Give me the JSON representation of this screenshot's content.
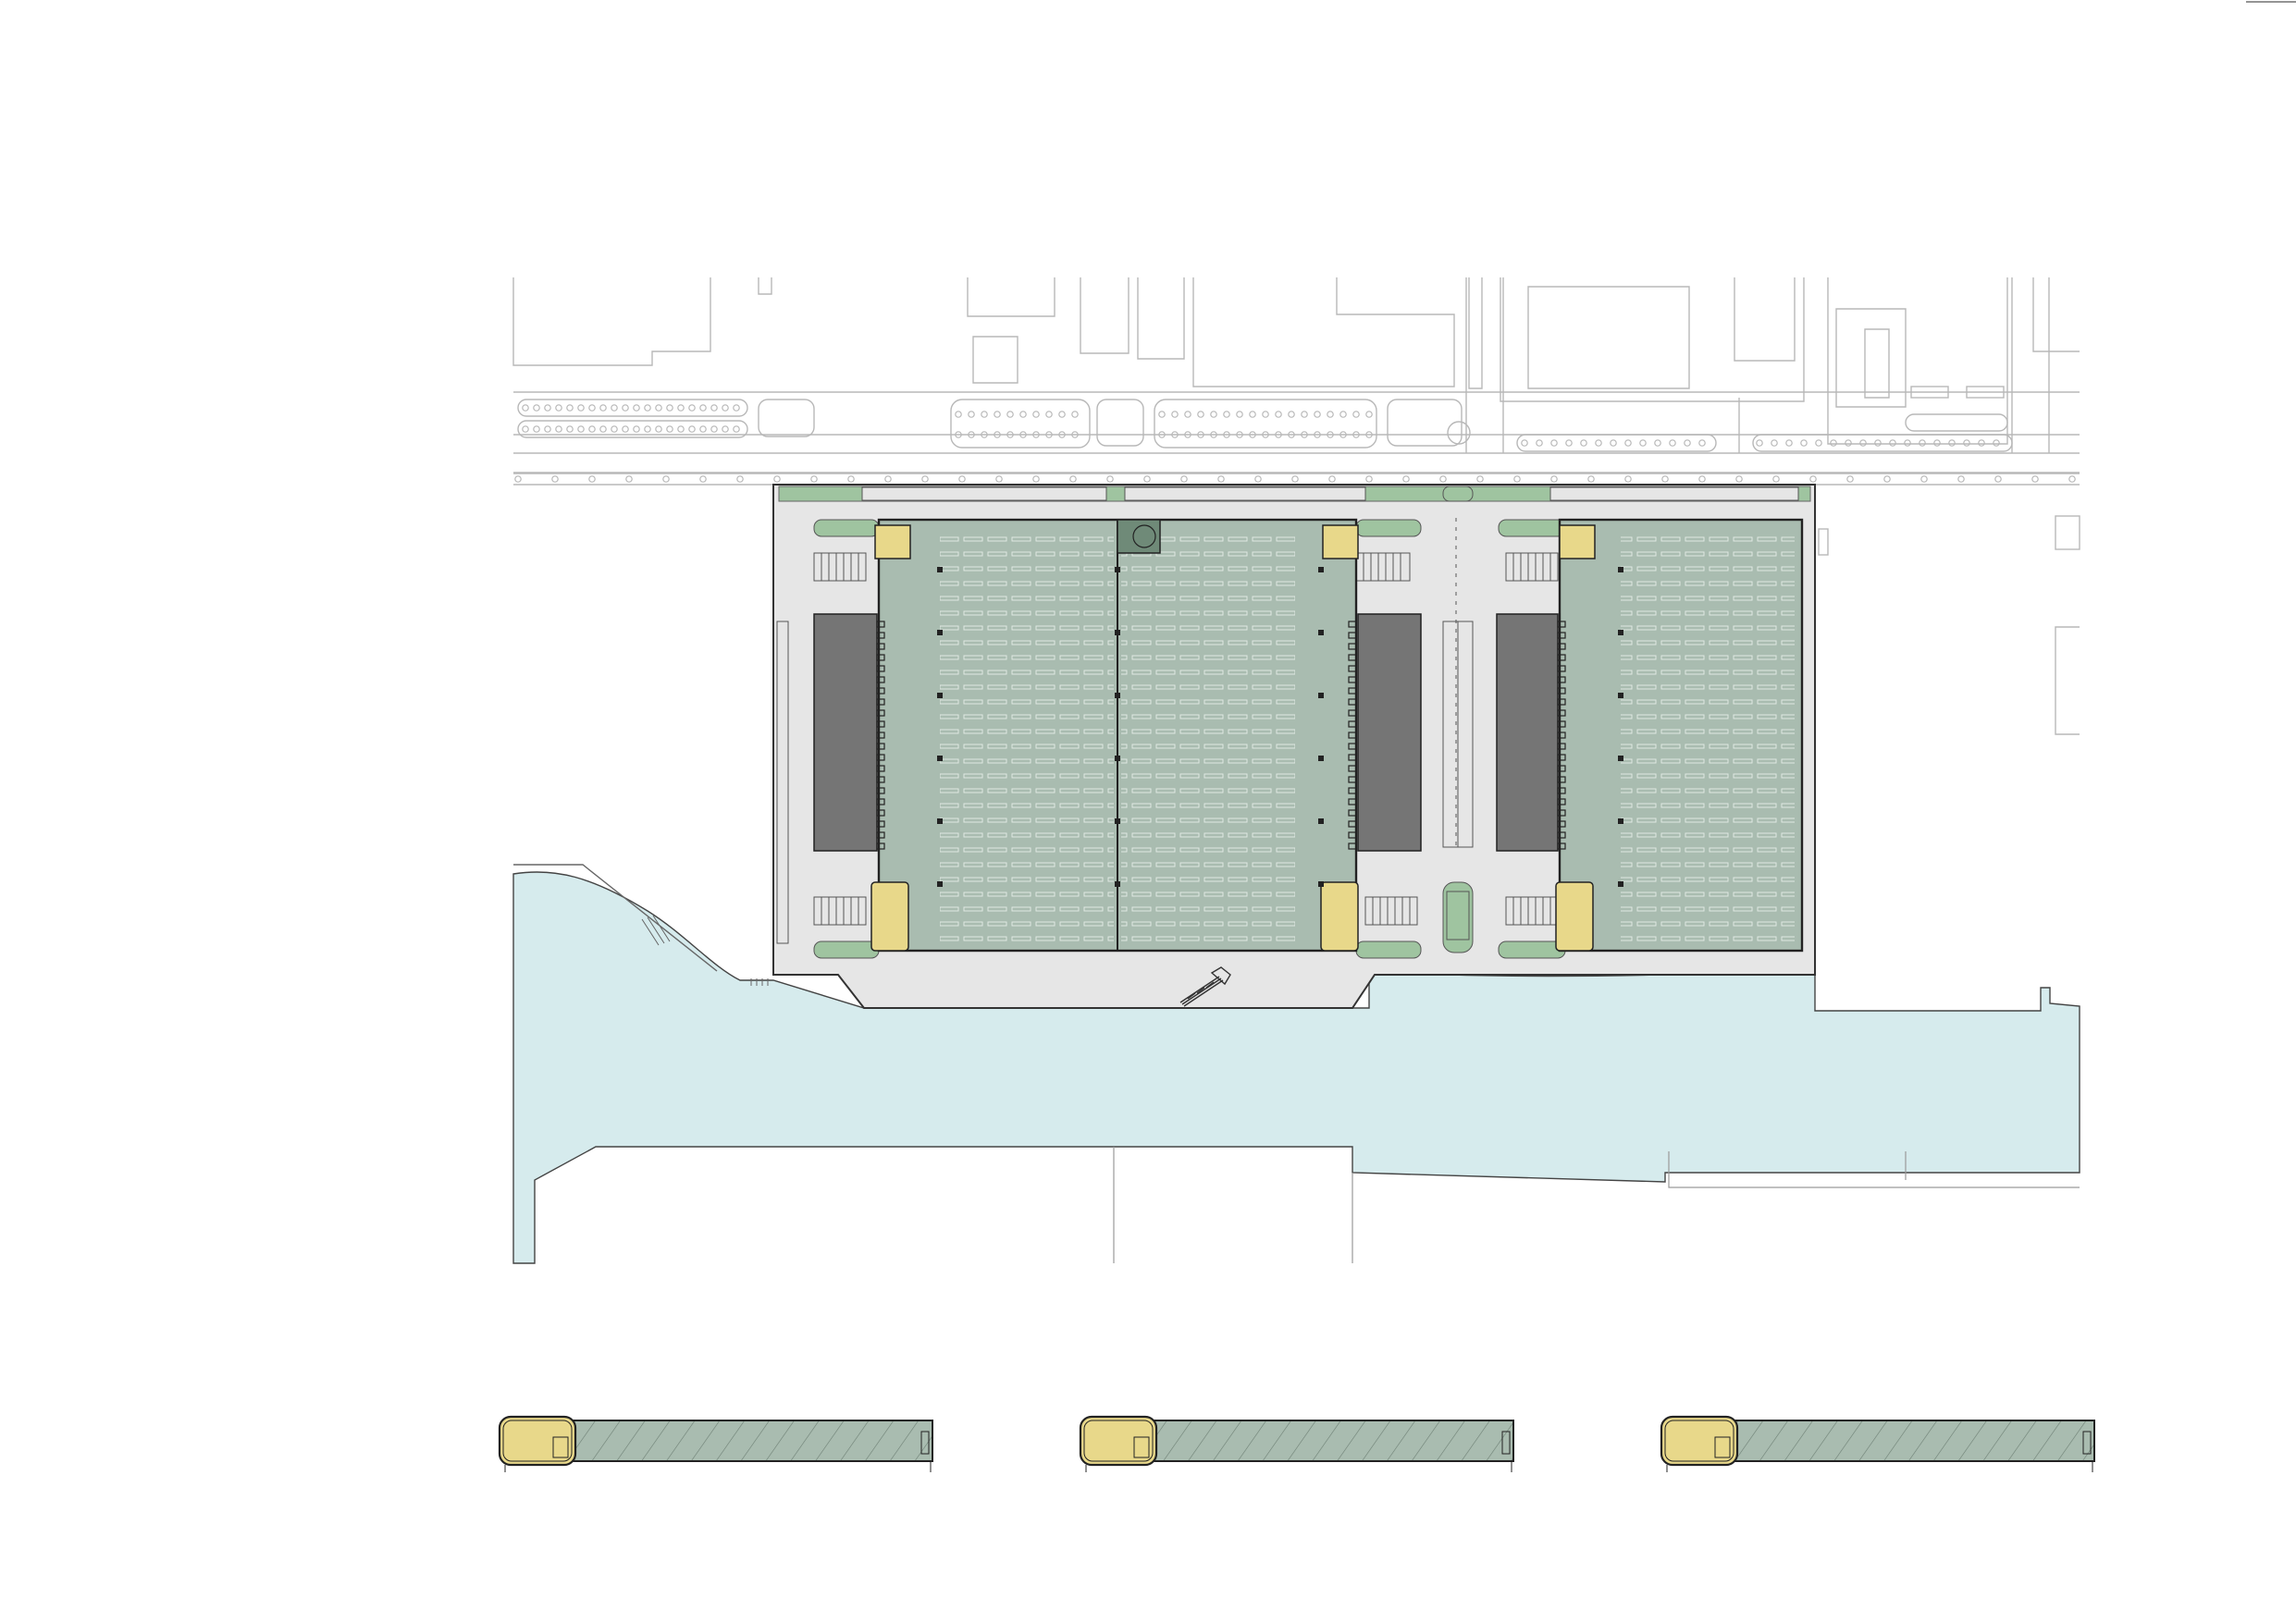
{
  "colors": {
    "background": "#ffffff",
    "water": "#d6ebed",
    "site_paving": "#e6e6e6",
    "warehouse_floor": "#a9bcb0",
    "landscape_green": "#9fc4a0",
    "office_yellow": "#e8d88a",
    "dock_dark": "#757575",
    "context_line": "#b8b8b8",
    "outline": "#333333"
  },
  "plan": {
    "warehouses": [
      {
        "id": "warehouse-a"
      },
      {
        "id": "warehouse-b"
      }
    ],
    "elevations": [
      {
        "id": "elevation-1"
      },
      {
        "id": "elevation-2"
      },
      {
        "id": "elevation-3"
      }
    ]
  }
}
